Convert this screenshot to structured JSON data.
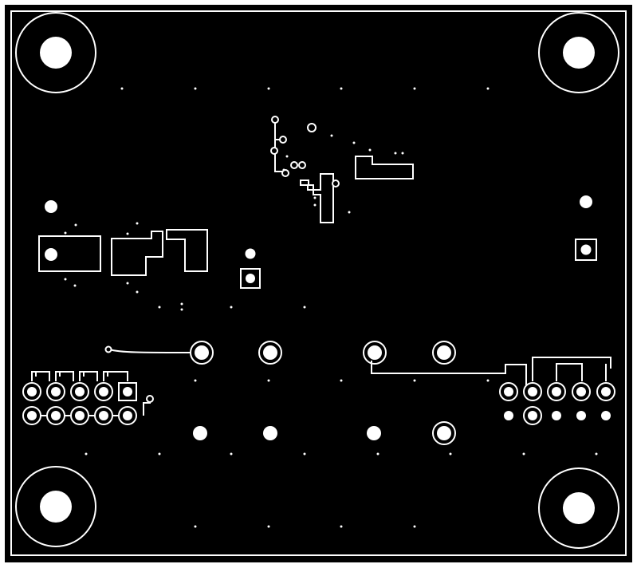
{
  "colors": {
    "background": "#ffffff",
    "copper": "#000000",
    "outline": "#ffffff",
    "drill": "#ffffff"
  },
  "layers": [
    "board-outline",
    "ground-pour",
    "traces",
    "pads",
    "mounting-holes",
    "vias"
  ]
}
